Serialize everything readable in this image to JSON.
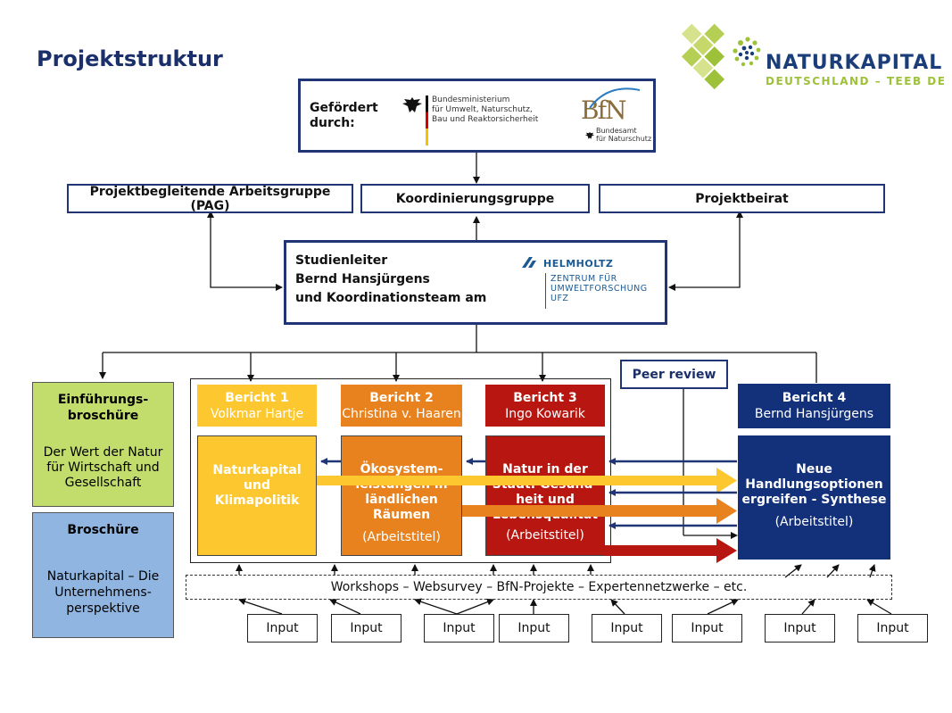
{
  "title": "Projektstruktur",
  "brand": {
    "name": "NATURKAPITAL",
    "subtitle": "DEUTSCHLAND – TEEB DE"
  },
  "funding": {
    "label": "Gefördert durch:",
    "bmu_lines": [
      "Bundesministerium",
      "für Umwelt, Naturschutz,",
      "Bau und Reaktorsicherheit"
    ],
    "bfn_logo": "BfN",
    "bfn_lines": [
      "Bundesamt",
      "für Naturschutz"
    ]
  },
  "groups": {
    "pag": "Projektbegleitende Arbeitsgruppe (PAG)",
    "koord": "Koordinierungsgruppe",
    "beirat": "Projektbeirat"
  },
  "lead": {
    "lines": [
      "Studienleiter",
      "Bernd Hansjürgens",
      "und Koordinationsteam am"
    ],
    "helmholtz": "HELMHOLTZ",
    "ufz_lines": [
      "ZENTRUM FÜR",
      "UMWELTFORSCHUNG",
      "UFZ"
    ]
  },
  "peer_review": "Peer review",
  "einfuehrung": {
    "heading_lines": [
      "Einführungs-",
      "broschüre"
    ],
    "body_lines": [
      "Der Wert der Natur",
      "für Wirtschaft und",
      "Gesellschaft"
    ]
  },
  "broschuere": {
    "heading": "Broschüre",
    "body_lines": [
      "Naturkapital – Die",
      "Unternehmens-",
      "perspektive"
    ]
  },
  "reports": [
    {
      "title": "Bericht 1",
      "author": "Volkmar Hartje",
      "content_lines": [
        "Naturkapital",
        "und",
        "Klimapolitik"
      ],
      "note": ""
    },
    {
      "title": "Bericht 2",
      "author": "Christina v. Haaren",
      "content_lines": [
        "Ökosystem-",
        "leistungen in",
        "ländlichen",
        "Räumen"
      ],
      "note": "(Arbeitstitel)"
    },
    {
      "title": "Bericht 3",
      "author": "Ingo Kowarik",
      "content_lines": [
        "Natur in der",
        "Stadt: Gesund-",
        "heit und",
        "Lebensqualität"
      ],
      "note": "(Arbeitstitel)"
    },
    {
      "title": "Bericht 4",
      "author": "Bernd Hansjürgens",
      "content_lines": [
        "Neue",
        "Handlungsoptionen",
        "ergreifen - Synthese"
      ],
      "note": "(Arbeitstitel)"
    }
  ],
  "workshops": "Workshops – Websurvey – BfN-Projekte – Expertennetzwerke – etc.",
  "inputs": [
    "Input",
    "Input",
    "Input",
    "Input",
    "Input",
    "Input",
    "Input",
    "Input"
  ],
  "colors": {
    "navy": "#1f3575",
    "green": "#c2dd6c",
    "lightblue": "#8fb5e0",
    "yellow": "#fdc82f",
    "orange": "#e8821e",
    "red": "#b81711",
    "darkblue": "#13307a",
    "logo_green": "#9ec13a"
  }
}
